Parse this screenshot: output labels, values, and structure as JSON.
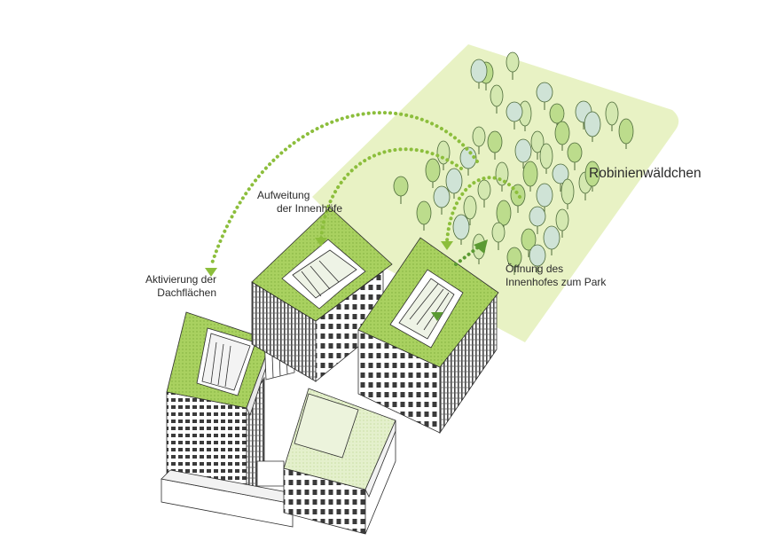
{
  "labels": {
    "park": "Robinienwäldchen",
    "roofs_line1": "Aktivierung der",
    "roofs_line2": "Dachflächen",
    "courts_line1": "Aufweitung",
    "courts_line2": "der Innenhöfe",
    "open_line1": "Öffnung des",
    "open_line2": "Innenhofes zum Park"
  },
  "colors": {
    "park": "#e8f2c4",
    "tree_light": "#d4e8b0",
    "tree_mid": "#bcdc8c",
    "tree_blue": "#cfe3d6",
    "roof_green": "#a8cf5a",
    "arrow_green": "#8cbe3c",
    "arrow_dark": "#5a9a32",
    "line": "#2e2e2e"
  },
  "icons": {
    "arrow_head": "triangle-arrow-icon",
    "tree": "tree-icon"
  }
}
